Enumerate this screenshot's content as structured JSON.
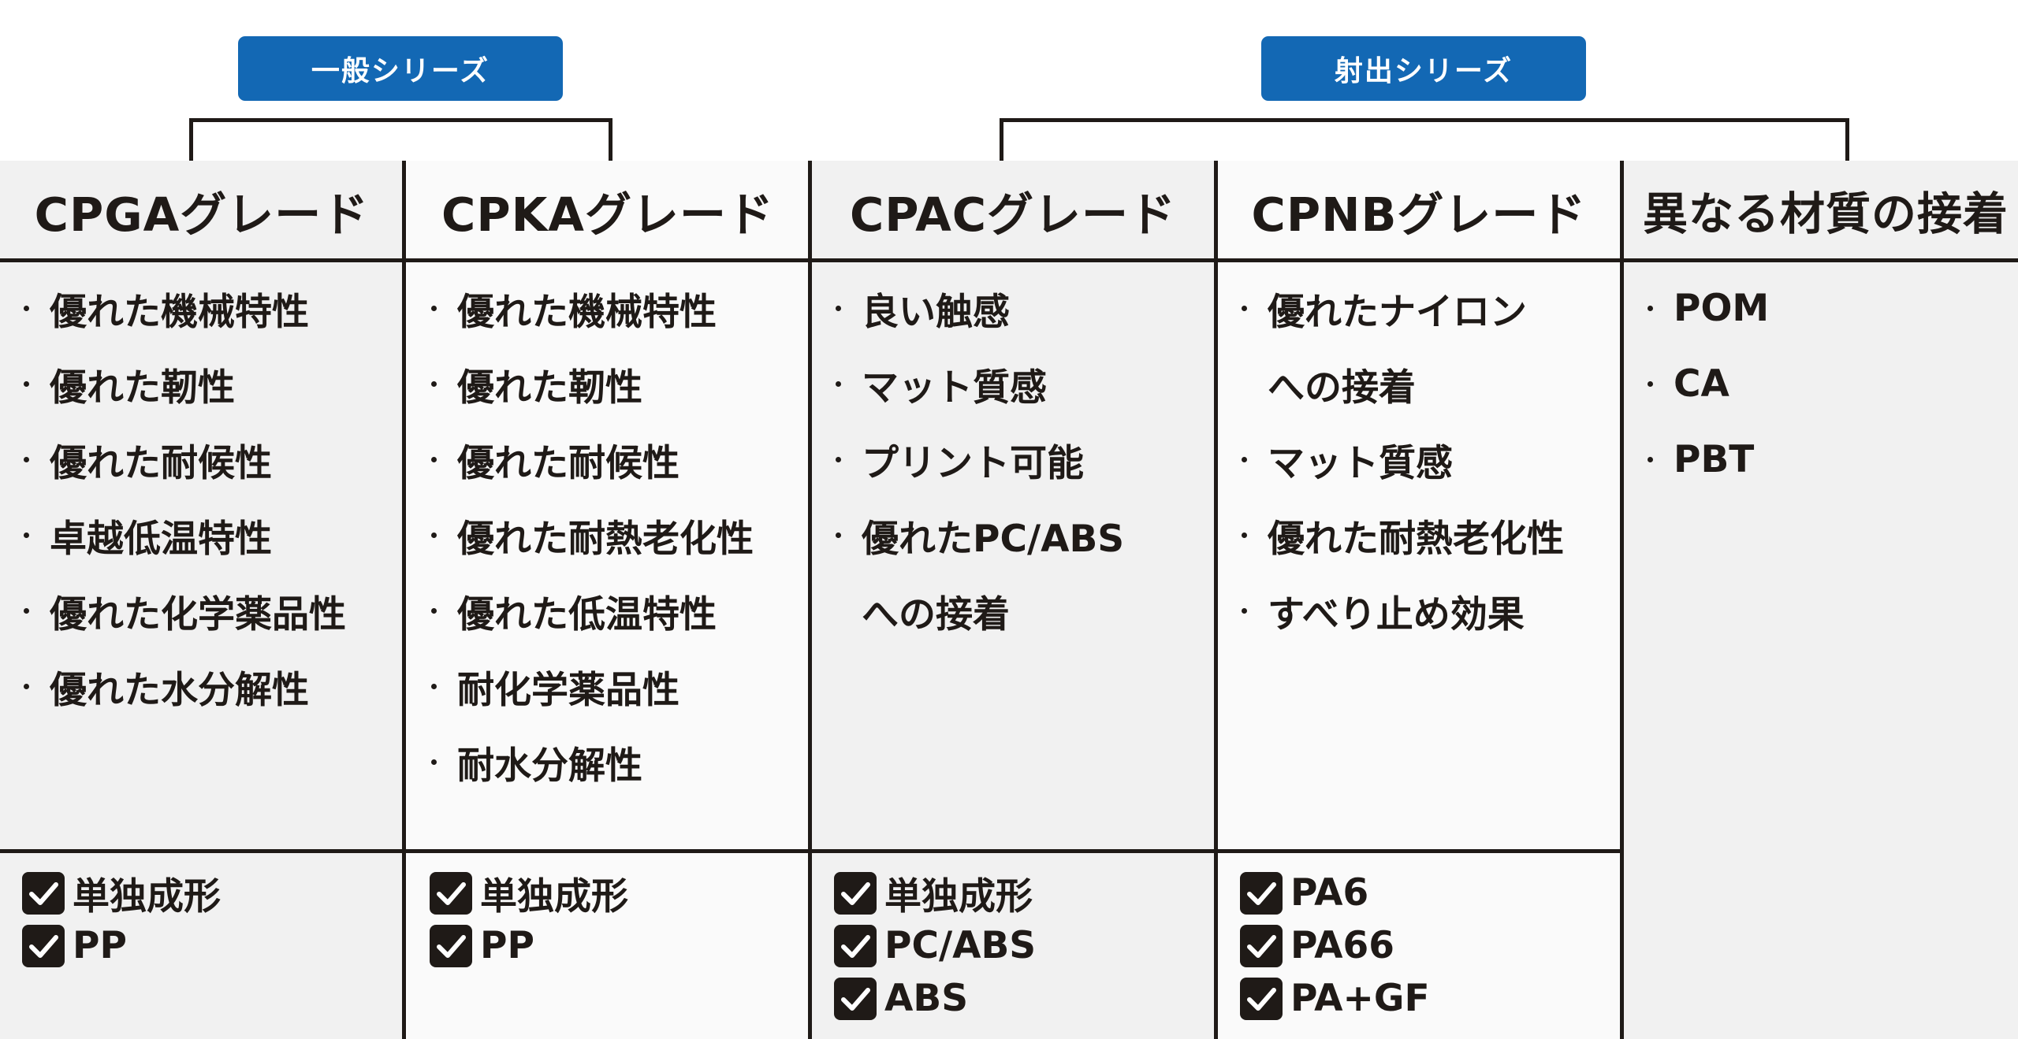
{
  "series": {
    "general": "一般シリーズ",
    "injection": "射出シリーズ"
  },
  "columns": [
    {
      "title": "CPGAグレード",
      "features": [
        "優れた機械特性",
        "優れた靭性",
        "優れた耐候性",
        "卓越低温特性",
        "優れた化学薬品性",
        "優れた水分解性"
      ],
      "checks": [
        "単独成形",
        "PP"
      ]
    },
    {
      "title": "CPKAグレード",
      "features": [
        "優れた機械特性",
        "優れた靭性",
        "優れた耐候性",
        "優れた耐熱老化性",
        "優れた低温特性",
        "耐化学薬品性",
        "耐水分解性"
      ],
      "checks": [
        "単独成形",
        "PP"
      ]
    },
    {
      "title": "CPACグレード",
      "features": [
        "良い触感",
        "マット質感",
        "プリント可能",
        "優れたPC/ABS",
        "への接着"
      ],
      "checks": [
        "単独成形",
        "PC/ABS",
        "ABS"
      ]
    },
    {
      "title": "CPNBグレード",
      "features": [
        "優れたナイロン",
        "への接着",
        "マット質感",
        "優れた耐熱老化性",
        "すべり止め効果"
      ],
      "checks": [
        "PA6",
        "PA66",
        "PA+GF"
      ]
    },
    {
      "title": "異なる材質の接着",
      "features": [
        "POM",
        "CA",
        "PBT"
      ],
      "checks": []
    }
  ],
  "colors": {
    "series_label_bg": "#1368b4",
    "line": "#1f1a17",
    "column_shade": "#f1f1f1",
    "column_light": "#fafafa"
  },
  "icons": {
    "check": "checkbox-checked-icon",
    "bullet": "bullet-dot-icon"
  }
}
